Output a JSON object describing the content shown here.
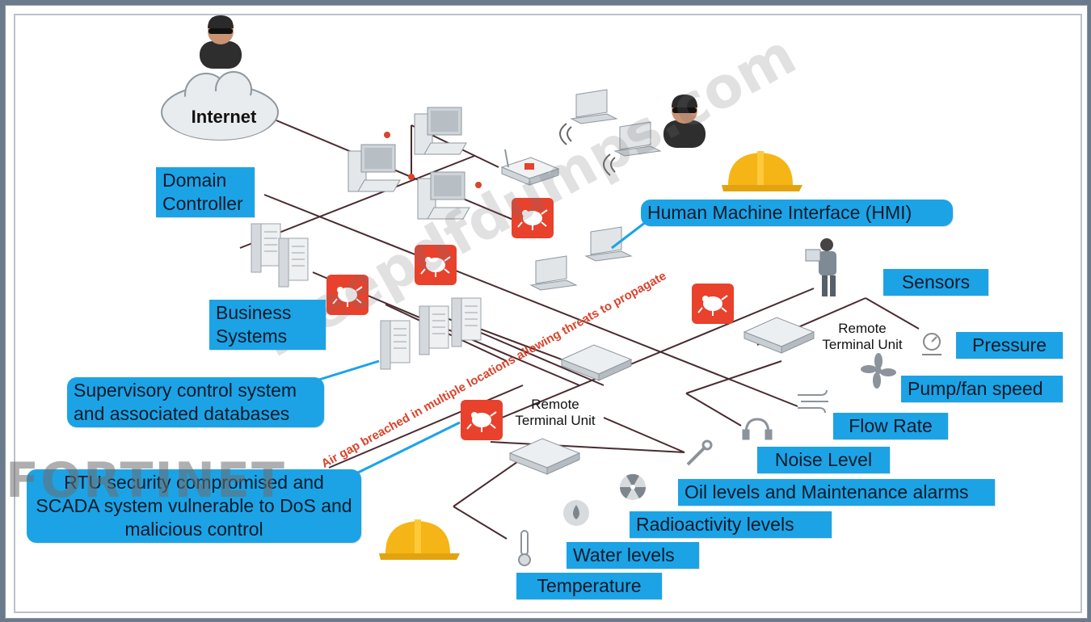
{
  "internet": "Internet",
  "labels": {
    "domain_controller": "Domain Controller",
    "business_systems": "Business Systems",
    "supervisory": "Supervisory control system and associated databases",
    "rtu_compromised": "RTU security compromised and SCADA system vulnerable to DoS and malicious control",
    "hmi": "Human Machine Interface (HMI)",
    "sensors": "Sensors",
    "pressure": "Pressure",
    "pump_fan": "Pump/fan speed",
    "flow_rate": "Flow Rate",
    "noise_level": "Noise Level",
    "oil_levels": "Oil levels and Maintenance alarms",
    "radioactivity": "Radioactivity levels",
    "water_levels": "Water levels",
    "temperature": "Temperature"
  },
  "rtu_label": "Remote Terminal Unit",
  "air_gap_text": "Air gap breached in multiple locations allowing threats to propagate",
  "brand_text": "FORTINET",
  "watermark_text": "freepdfdumps.com",
  "colors": {
    "label_bg": "#1ca3e6",
    "threat_red": "#e8412c",
    "helmet_yellow": "#f5b516"
  },
  "icons": [
    "hacker-icon",
    "cloud-icon",
    "server-icon",
    "computer-icon",
    "laptop-icon",
    "router-icon",
    "threat-icon",
    "switch-icon",
    "hard-hat-icon",
    "operator-icon",
    "gauge-icon",
    "fan-icon",
    "wind-icon",
    "headphones-icon",
    "wrench-icon",
    "radiation-icon",
    "water-drop-icon",
    "thermometer-icon",
    "wifi-icon"
  ]
}
